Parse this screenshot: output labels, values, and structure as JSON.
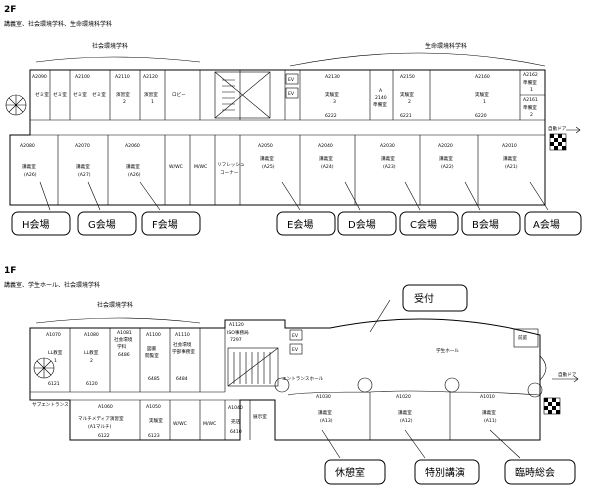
{
  "floor2": {
    "title": "2F",
    "subtitle": "講義室、社会環境学科、生命環境科学科",
    "dept_social": "社会環境学科",
    "dept_life": "生命環境科学科",
    "rooms_top": [
      {
        "code": "A2090",
        "name": "ゼミ室",
        "name2": "ゼミ室"
      },
      {
        "code": "A2100",
        "name": "ゼミ室",
        "name2": "ゼミ室"
      },
      {
        "code": "A2110",
        "name": "演習室",
        "name2": "2"
      },
      {
        "code": "A2120",
        "name": "演習室",
        "name2": "1"
      },
      {
        "code": "",
        "name": "ロビー",
        "name2": ""
      },
      {
        "code": "A2130",
        "name": "実験室",
        "name2": "3",
        "num": "6222"
      },
      {
        "code": "A",
        "name": "2140",
        "name2": "準備室",
        "num": ""
      },
      {
        "code": "A2150",
        "name": "実験室",
        "name2": "2",
        "num": "6221"
      },
      {
        "code": "A2160",
        "name": "実験室",
        "name2": "1",
        "num": "6220"
      }
    ],
    "rooms_right": [
      {
        "code": "A2162",
        "name": "準備室",
        "name2": "1"
      },
      {
        "code": "A2161",
        "name": "準備室",
        "name2": "2"
      }
    ],
    "ev": [
      "EV",
      "EV"
    ],
    "exit_label": "自動ドア",
    "lecture_rooms": [
      {
        "code": "A2080",
        "name": "講義室",
        "sub": "(A26)"
      },
      {
        "code": "A2070",
        "name": "講義室",
        "sub": "(A27)"
      },
      {
        "code": "A2060",
        "name": "講義室",
        "sub": "(A26)"
      },
      {
        "code": "",
        "name": "W/WC",
        "sub": ""
      },
      {
        "code": "",
        "name": "M/WC",
        "sub": ""
      },
      {
        "code": "",
        "name": "リフレッシュ",
        "sub": "コーナー"
      },
      {
        "code": "A2050",
        "name": "講義室",
        "sub": "(A25)"
      },
      {
        "code": "A2040",
        "name": "講義室",
        "sub": "(A24)"
      },
      {
        "code": "A2030",
        "name": "講義室",
        "sub": "(A23)"
      },
      {
        "code": "A2020",
        "name": "講義室",
        "sub": "(A22)"
      },
      {
        "code": "A2010",
        "name": "講義室",
        "sub": "(A21)"
      }
    ],
    "venues": [
      "H会場",
      "G会場",
      "F会場",
      "E会場",
      "D会場",
      "C会場",
      "B会場",
      "A会場"
    ]
  },
  "floor1": {
    "title": "1F",
    "subtitle": "講義室、学生ホール、社会環境学科",
    "dept_social": "社会環境学科",
    "side_entrance": "サブエントランス",
    "rooms_top": [
      {
        "code": "A1070",
        "name": "LL教室",
        "name2": "1",
        "num": "6121"
      },
      {
        "code": "A1080",
        "name": "LL教室",
        "name2": "2",
        "num": "6120"
      },
      {
        "code": "A1081",
        "name": "社会環境",
        "name2": "学科",
        "num": "6486"
      },
      {
        "code": "A1100",
        "name": "図書",
        "name2": "閲覧室",
        "num": "6485"
      },
      {
        "code": "A1110",
        "name": "社会環境",
        "name2": "学部事務室",
        "num": "6484"
      },
      {
        "code": "A1120",
        "name": "ISO事務局",
        "name2": "7297",
        "num": ""
      }
    ],
    "ev": [
      "EV",
      "EV"
    ],
    "entrance_hall": "エントランスホール",
    "student_hall": "学生ホール",
    "front": "前庭",
    "exit_label": "自動ドア",
    "rooms_bottom": [
      {
        "code": "A1060",
        "name": "マルチメディア演習室",
        "name2": "(A1マルチ)",
        "num": "6122"
      },
      {
        "code": "A1050",
        "name": "実験室",
        "name2": "",
        "num": "6123"
      },
      {
        "code": "",
        "name": "W/WC",
        "name2": "",
        "num": ""
      },
      {
        "code": "",
        "name": "M/WC",
        "name2": "",
        "num": ""
      },
      {
        "code": "A1040",
        "name": "売店",
        "name2": "",
        "num": "6410"
      },
      {
        "code": "",
        "name": "展示室",
        "name2": "",
        "num": ""
      },
      {
        "code": "A1030",
        "name": "講義室",
        "name2": "(A13)",
        "num": ""
      },
      {
        "code": "A1020",
        "name": "講義室",
        "name2": "(A12)",
        "num": ""
      },
      {
        "code": "A1010",
        "name": "講義室",
        "name2": "(A11)",
        "num": ""
      }
    ],
    "callouts": {
      "reception": "受付",
      "rest": "休憩室",
      "special": "特別講演",
      "general": "臨時総会"
    }
  }
}
